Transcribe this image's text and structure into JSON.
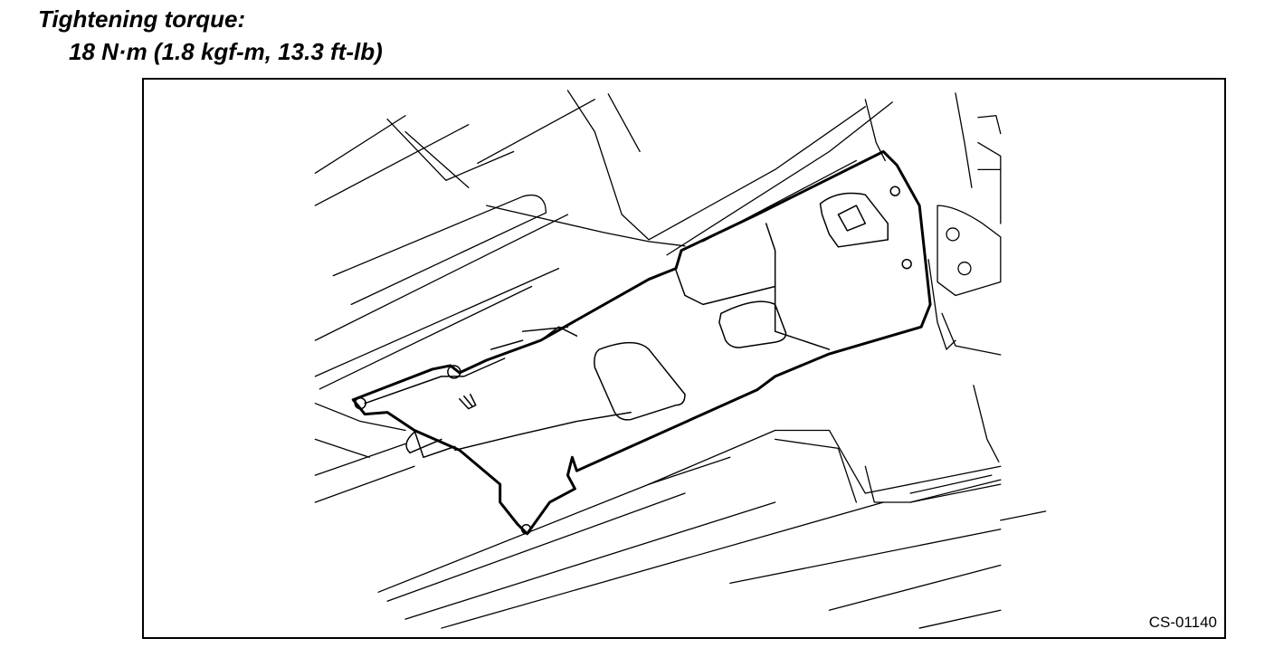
{
  "spec": {
    "heading": "Tightening torque:",
    "value": "18 N·m (1.8 kgf-m, 13.3 ft-lb)"
  },
  "figure": {
    "code": "CS-01140"
  }
}
